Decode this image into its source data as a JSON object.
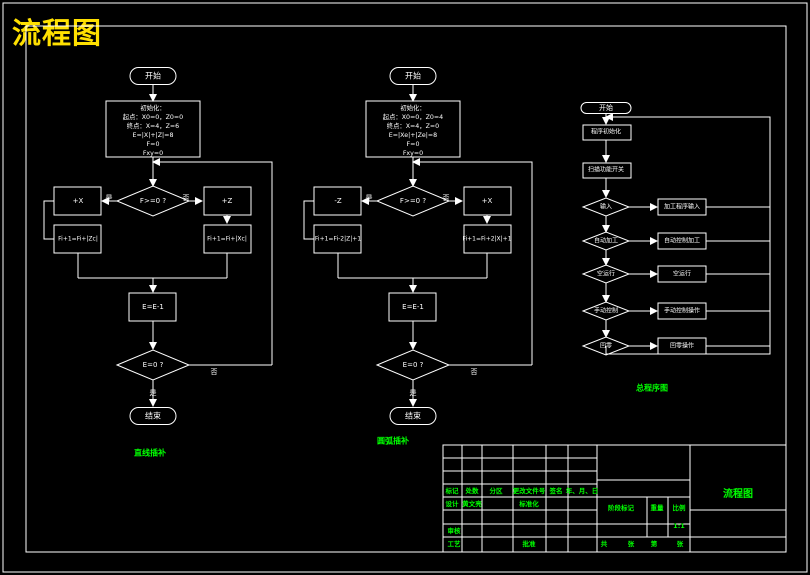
{
  "title": "流程图",
  "colors": {
    "line": "#ffffff",
    "title": "#ffe000",
    "caption": "#00ff00",
    "table_text": "#00ff00",
    "background": "#000000"
  },
  "line_chart": {
    "start": "开始",
    "init": [
      "初始化：",
      "起点：X0=0，Z0=0",
      "终点：X=4，Z=6",
      "E=|X|+|Z|=8",
      "F=0",
      "Fxy=0"
    ],
    "cond": "F>=0 ?",
    "yes": "是",
    "no": "否",
    "left_move": "+X",
    "right_move": "+Z",
    "left_calc": "Fi+1=Fi+|Zc|",
    "right_calc": "Fi+1=Fi+|Xc|",
    "dec": "E=E-1",
    "end_cond": "E=0 ?",
    "end": "结束",
    "caption": "直线插补"
  },
  "arc_chart": {
    "start": "开始",
    "init": [
      "初始化：",
      "起点：X0=0，Z0=4",
      "终点：X=4，Z=0",
      "E=|Xe|+|Ze|=8",
      "F=0",
      "Fxy=0"
    ],
    "cond": "F>=0 ?",
    "yes": "是",
    "no": "否",
    "left_move": "-Z",
    "right_move": "+X",
    "left_calc": "Fi+1=Fi-2|Z|+1",
    "right_calc": "Fi+1=Fi+2|X|+1",
    "dec": "E=E-1",
    "end_cond": "E=0 ?",
    "end": "结束",
    "caption": "圆弧插补"
  },
  "main_chart": {
    "start": "开始",
    "step1": "程序初始化",
    "step2": "扫描功能开关",
    "d1": "输入",
    "d2": "自动加工",
    "d3": "空运行",
    "d4": "手动控制",
    "d5": "回零",
    "a1": "加工程序输入",
    "a2": "自动控制加工",
    "a3": "空运行",
    "a4": "手动控制操作",
    "a5": "回零操作",
    "caption": "总程序图"
  },
  "title_block": {
    "drawing_name": "流程图",
    "r1": [
      "标记",
      "处数",
      "分区",
      "更改文件号",
      "签名",
      "年、月、日"
    ],
    "r2": [
      "设计",
      "黄文亮",
      "标准化"
    ],
    "r3": [
      "阶段标记",
      "重量",
      "比例"
    ],
    "scale": "1:1",
    "r4": [
      "审核"
    ],
    "r5": [
      "工艺",
      "批准"
    ],
    "sheets": [
      "共",
      "张",
      "第",
      "张"
    ]
  }
}
